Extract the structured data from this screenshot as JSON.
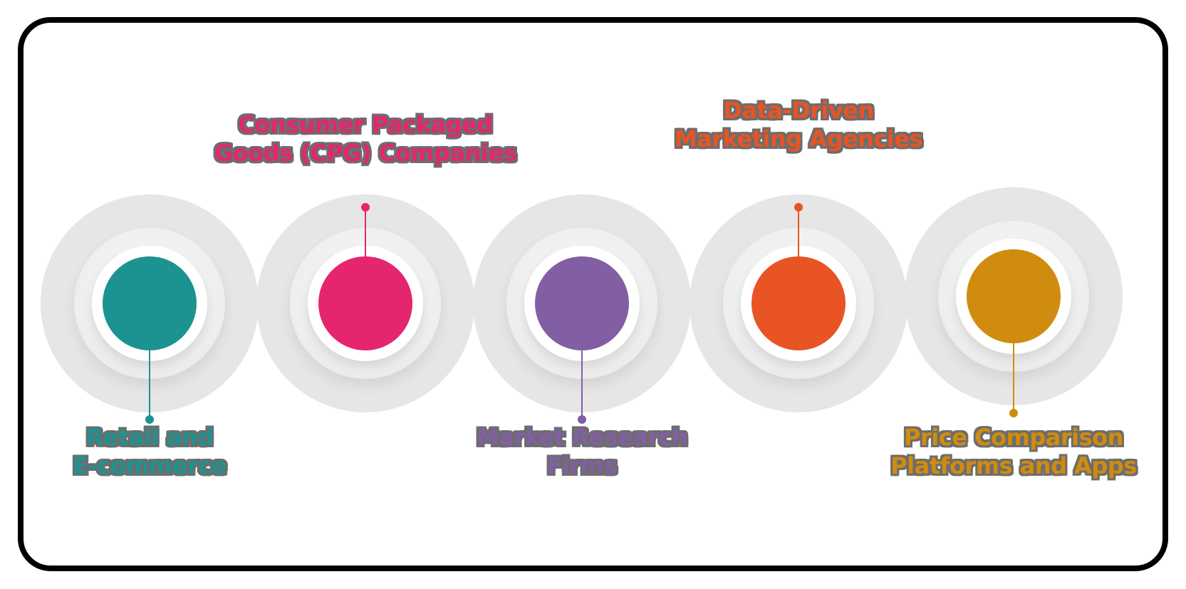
{
  "diagram": {
    "type": "horizontal-circle-timeline",
    "nodes": [
      {
        "id": "retail",
        "lines": [
          "Retail and",
          "E-commerce"
        ],
        "color": "#1d9391",
        "label_position": "below"
      },
      {
        "id": "cpg",
        "lines": [
          "Consumer Packaged",
          "Goods (CPG) Companies"
        ],
        "color": "#e6256f",
        "label_position": "above"
      },
      {
        "id": "market-research",
        "lines": [
          "Market Research",
          "Firms"
        ],
        "color": "#825ea3",
        "label_position": "below"
      },
      {
        "id": "marketing-agencies",
        "lines": [
          "Data-Driven",
          "Marketing Agencies"
        ],
        "color": "#e85424",
        "label_position": "above"
      },
      {
        "id": "price-comparison",
        "lines": [
          "Price Comparison",
          "Platforms and Apps"
        ],
        "color": "#d08c0e",
        "label_position": "below"
      }
    ]
  }
}
